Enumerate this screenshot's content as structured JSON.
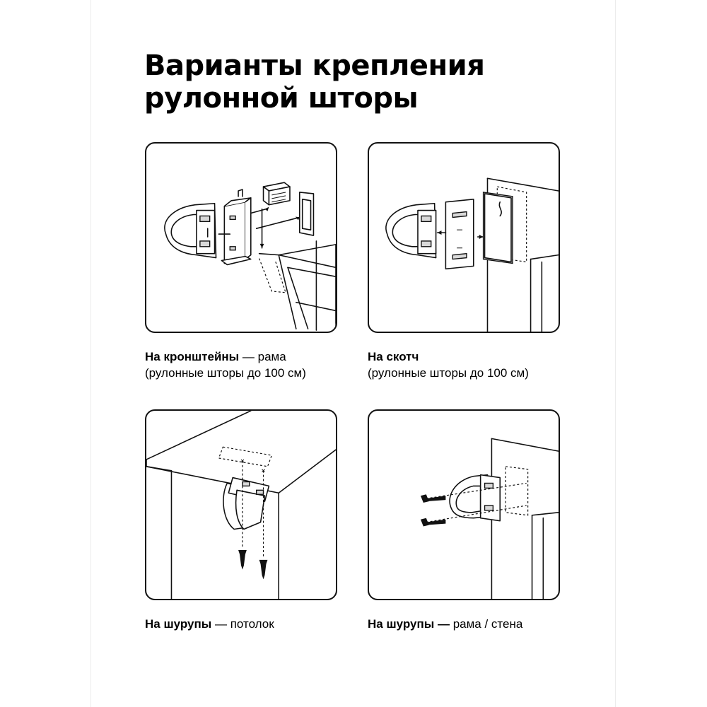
{
  "title": {
    "line1": "Варианты крепления",
    "line2": "рулонной шторы"
  },
  "panels": [
    {
      "caption_bold": "На кронштейны",
      "caption_rest": " — рама",
      "caption_line2": "(рулонные шторы до 100 см)"
    },
    {
      "caption_bold": "На скотч",
      "caption_rest": "",
      "caption_line2": "(рулонные шторы до 100 см)"
    },
    {
      "caption_bold": "На шурупы",
      "caption_rest": " — потолок",
      "caption_line2": ""
    },
    {
      "caption_bold": "На шурупы —",
      "caption_rest": " рама / стена",
      "caption_line2": ""
    }
  ]
}
